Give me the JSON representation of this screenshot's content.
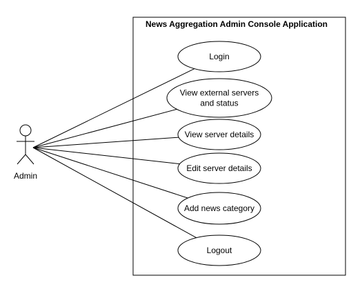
{
  "system": {
    "title": "News Aggregation Admin Console Application"
  },
  "actor": {
    "label": "Admin"
  },
  "use_cases": [
    {
      "id": "login",
      "lines": [
        "Login"
      ]
    },
    {
      "id": "view-external-servers",
      "lines": [
        "View external servers",
        "and status"
      ]
    },
    {
      "id": "view-server-details",
      "lines": [
        "View server details"
      ]
    },
    {
      "id": "edit-server-details",
      "lines": [
        "Edit server details"
      ]
    },
    {
      "id": "add-news-category",
      "lines": [
        "Add news category"
      ]
    },
    {
      "id": "logout",
      "lines": [
        "Logout"
      ]
    }
  ],
  "colors": {
    "stroke": "#000000",
    "background": "#ffffff"
  }
}
